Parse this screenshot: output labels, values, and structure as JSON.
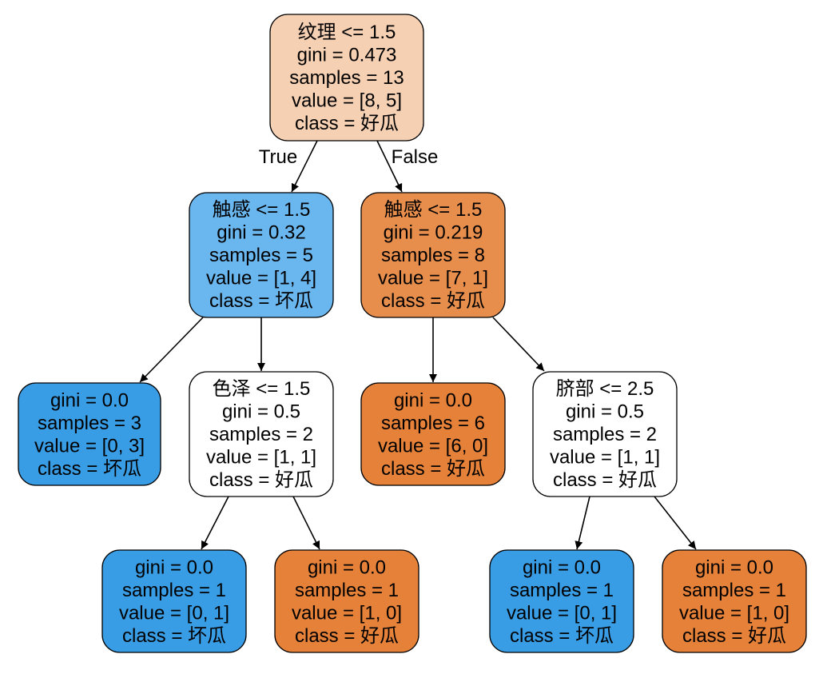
{
  "tree": {
    "edge_labels": {
      "true": "True",
      "false": "False"
    },
    "nodes": {
      "root": {
        "color": "#f6d0b3",
        "lines": [
          "纹理 <= 1.5",
          "gini = 0.473",
          "samples = 13",
          "value = [8, 5]",
          "class = 好瓜"
        ]
      },
      "l1_left": {
        "color": "#6ab6ef",
        "lines": [
          "触感 <= 1.5",
          "gini = 0.32",
          "samples = 5",
          "value = [1, 4]",
          "class = 坏瓜"
        ]
      },
      "l1_right": {
        "color": "#e88e4d",
        "lines": [
          "触感 <= 1.5",
          "gini = 0.219",
          "samples = 8",
          "value = [7, 1]",
          "class = 好瓜"
        ]
      },
      "l2_a": {
        "color": "#399de5",
        "lines": [
          "gini = 0.0",
          "samples = 3",
          "value = [0, 3]",
          "class = 坏瓜"
        ]
      },
      "l2_b": {
        "color": "#ffffff",
        "lines": [
          "色泽 <= 1.5",
          "gini = 0.5",
          "samples = 2",
          "value = [1, 1]",
          "class = 好瓜"
        ]
      },
      "l2_c": {
        "color": "#e58139",
        "lines": [
          "gini = 0.0",
          "samples = 6",
          "value = [6, 0]",
          "class = 好瓜"
        ]
      },
      "l2_d": {
        "color": "#ffffff",
        "lines": [
          "脐部 <= 2.5",
          "gini = 0.5",
          "samples = 2",
          "value = [1, 1]",
          "class = 好瓜"
        ]
      },
      "l3_a": {
        "color": "#399de5",
        "lines": [
          "gini = 0.0",
          "samples = 1",
          "value = [0, 1]",
          "class = 坏瓜"
        ]
      },
      "l3_b": {
        "color": "#e58139",
        "lines": [
          "gini = 0.0",
          "samples = 1",
          "value = [1, 0]",
          "class = 好瓜"
        ]
      },
      "l3_c": {
        "color": "#399de5",
        "lines": [
          "gini = 0.0",
          "samples = 1",
          "value = [0, 1]",
          "class = 坏瓜"
        ]
      },
      "l3_d": {
        "color": "#e58139",
        "lines": [
          "gini = 0.0",
          "samples = 1",
          "value = [1, 0]",
          "class = 好瓜"
        ]
      }
    }
  }
}
